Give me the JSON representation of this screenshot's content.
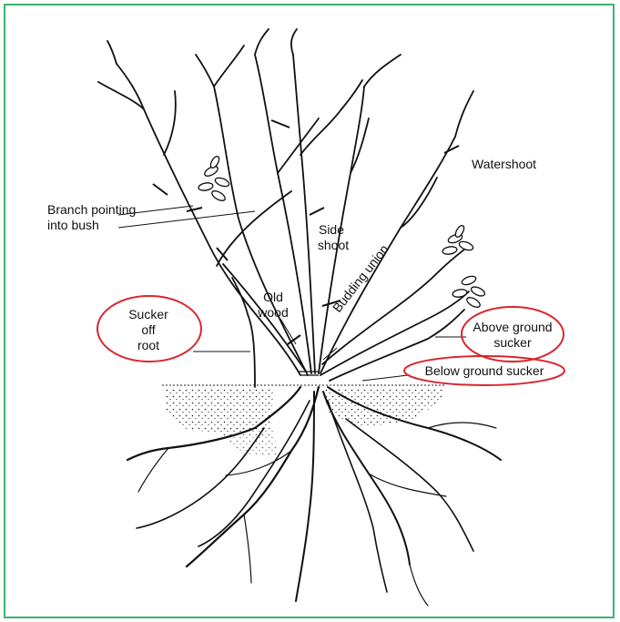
{
  "labels": {
    "watershoot": "Watershoot",
    "branch_pointing_line1": "Branch pointing",
    "branch_pointing_line2": "into bush",
    "side_shoot_line1": "Side",
    "side_shoot_line2": "shoot",
    "old_wood_line1": "Old",
    "old_wood_line2": "wood",
    "sucker_off_root_line1": "Sucker",
    "sucker_off_root_line2": "off",
    "sucker_off_root_line3": "root",
    "budding_union": "Budding union",
    "above_ground_sucker_line1": "Above ground",
    "above_ground_sucker_line2": "sucker",
    "below_ground_sucker": "Below ground sucker"
  },
  "colors": {
    "frame_border": "#3cb371",
    "highlight_ring": "#d9262c",
    "ink": "#111111"
  }
}
